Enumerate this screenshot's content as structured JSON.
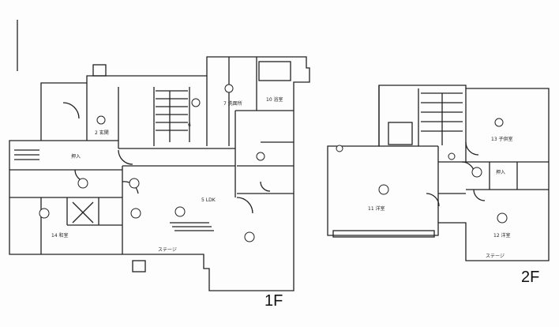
{
  "floor_labels": {
    "first": "1F",
    "second": "2F"
  },
  "rooms": {
    "r2": "2 玄関",
    "r6": "6",
    "r7": "7 洗面所",
    "r10": "10 浴室",
    "r5": "5 LDK",
    "r14": "14 和室",
    "r11": "11 洋室",
    "r13": "13 子供室",
    "r12": "12 洋室"
  },
  "small_labels": {
    "closet": "押入",
    "stair": "ステージ"
  }
}
